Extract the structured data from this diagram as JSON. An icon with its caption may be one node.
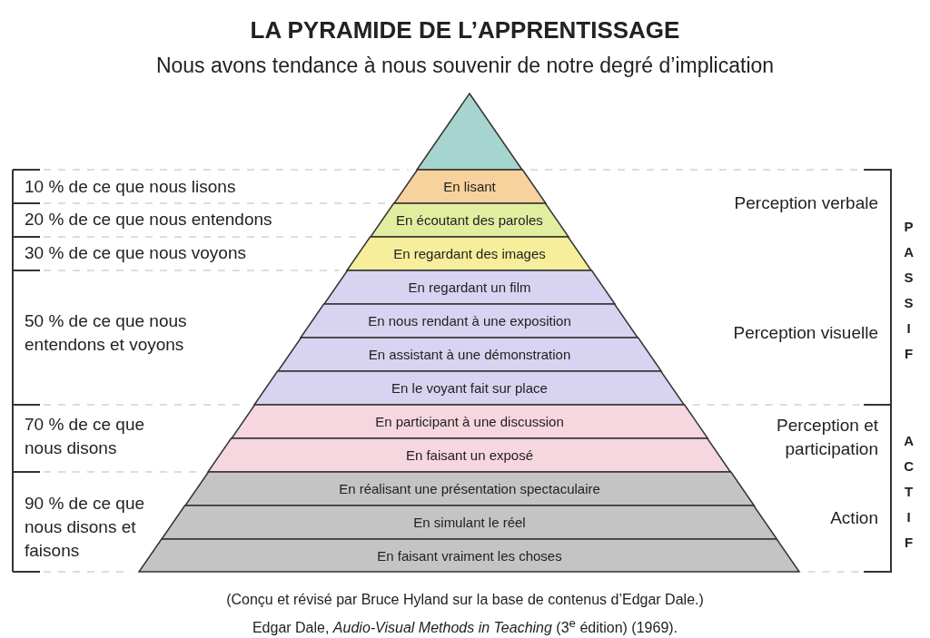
{
  "diagram": {
    "title": "LA PYRAMIDE DE L’APPRENTISSAGE",
    "caption": "(Conçu et révisé par Bruce Hyland sur la base de contenus d’Edgar Dale.)",
    "nodes": [
      {
        "text": [],
        "shape": "triangle"
      },
      {
        "text": [
          "En lisant"
        ]
      },
      {
        "text": [
          "En écoutant des paroles"
        ]
      },
      {
        "text": [
          "En regardant des images"
        ]
      },
      {
        "text": [
          "En regardant un film"
        ]
      },
      {
        "text": [
          "En nous rendant à une exposition"
        ]
      },
      {
        "text": [
          "En assistant à une démonstration"
        ]
      },
      {
        "text": [
          "En le voyant fait sur place"
        ]
      },
      {
        "text": [
          "En participant à une discussion"
        ]
      },
      {
        "text": [
          "En faisant un exposé"
        ]
      },
      {
        "text": [
          "En réalisant une présentation spectaculaire"
        ]
      },
      {
        "text": [
          "En simulant le réel"
        ]
      },
      {
        "text": [
          "En faisant vraiment les choses"
        ]
      }
    ],
    "labels": [
      "Nous avons tendance à nous souvenir de notre degré d’implication",
      "10 % de ce que nous lisons",
      "20 % de ce que nous entendons",
      "30 % de ce que nous voyons",
      "50 % de ce que nous entendons et voyons",
      "70 % de ce que nous disons",
      "90 % de ce que nous disons et faisons",
      "Perception verbale",
      "Perception visuelle",
      "Perception et participation",
      "Action",
      "PASSIF",
      "ACTIF",
      "Edgar Dale, *Audio-Visual Methods in Teaching* (3$^{e}$ édition) (1969)."
    ]
  }
}
